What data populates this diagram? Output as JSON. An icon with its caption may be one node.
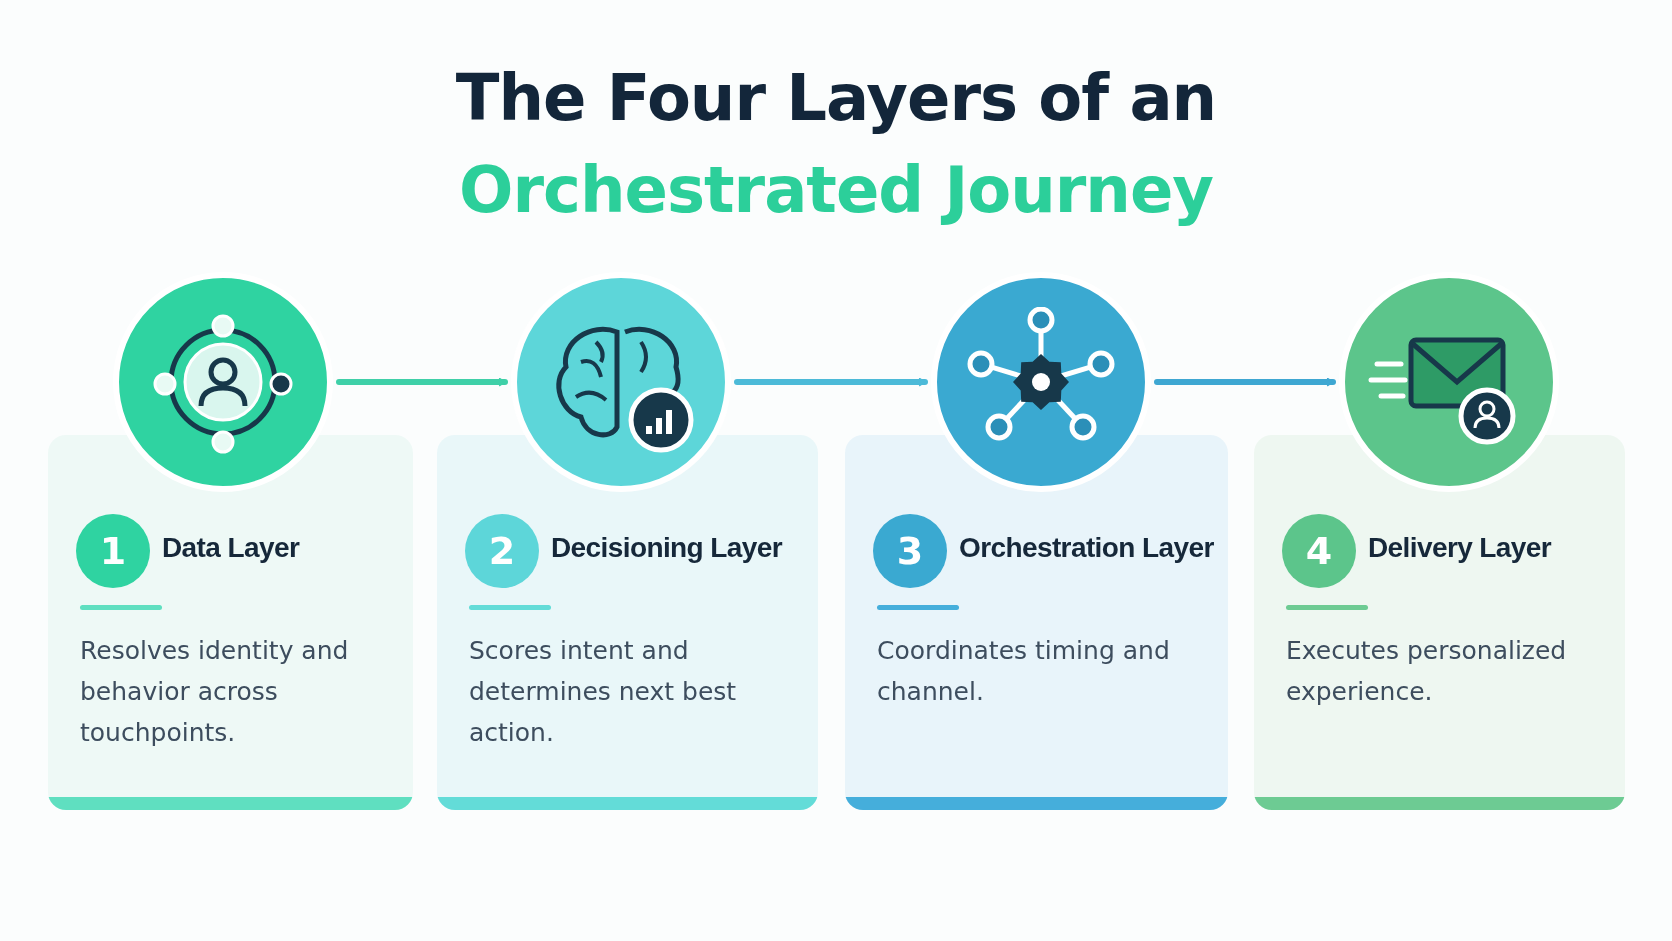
{
  "diagram": {
    "title": "The Four Layers of an *Orchestrated Journey*",
    "nodes": [
      {
        "text": [],
        "shape": "circle"
      },
      {
        "text": [
          "Data Layer",
          "Resolves identity and behavior across touchpoints."
        ]
      },
      {
        "text": [
          "1"
        ],
        "in": 1
      },
      {
        "text": [],
        "shape": "circle"
      },
      {
        "text": [
          "Decisioning Layer",
          "Scores intent and determines next best action."
        ]
      },
      {
        "text": [
          "2"
        ],
        "in": 4
      },
      {
        "text": [],
        "shape": "circle"
      },
      {
        "text": [
          "Orchestration Layer",
          "Coordinates timing and channel."
        ]
      },
      {
        "text": [
          "3"
        ],
        "in": 7
      },
      {
        "text": [],
        "shape": "circle"
      },
      {
        "text": [
          "Delivery Layer",
          "Executes personalized experience."
        ]
      },
      {
        "text": [
          "4"
        ],
        "in": 10
      }
    ],
    "edges": [
      {
        "from": 0,
        "to": 3,
        "arrow": "to"
      },
      {
        "from": 3,
        "to": 6,
        "arrow": "to"
      },
      {
        "from": 6,
        "to": 9,
        "arrow": "to"
      }
    ]
  }
}
